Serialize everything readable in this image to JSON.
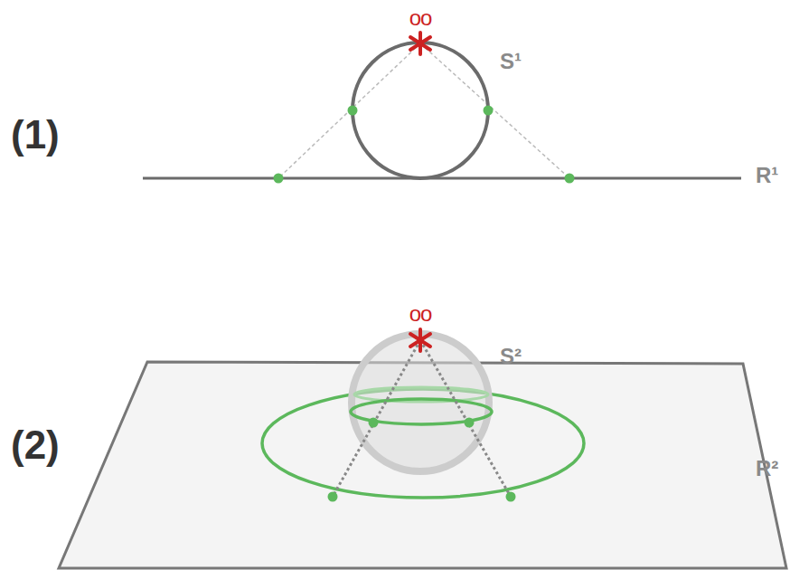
{
  "diagram": {
    "labels": [
      "(1)",
      "oo",
      "S¹",
      "R¹",
      "(2)",
      "oo",
      "S²",
      "R²"
    ]
  }
}
